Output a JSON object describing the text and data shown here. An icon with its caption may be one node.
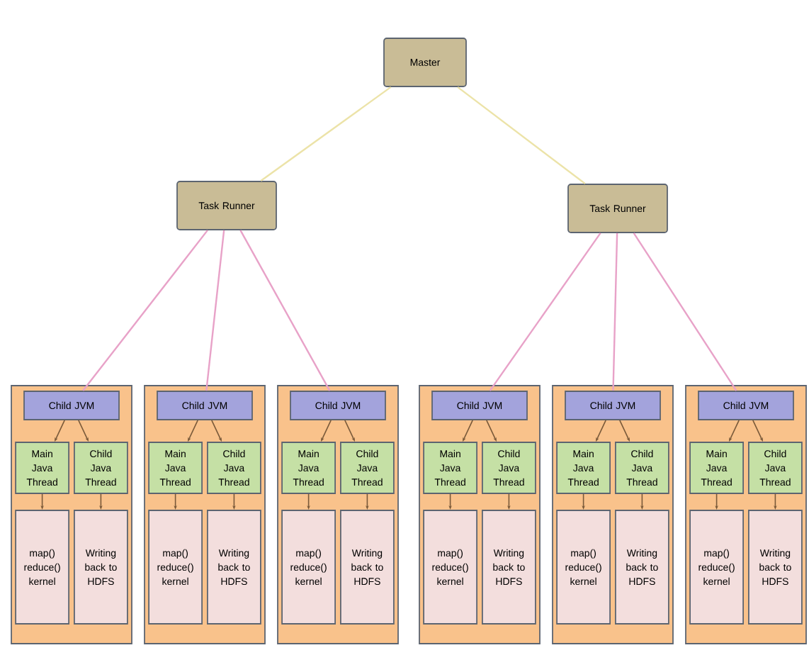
{
  "diagram": {
    "nodes": [
      {
        "text": [
          "Master"
        ]
      },
      {
        "text": [
          "Task Runner"
        ]
      },
      {
        "text": [
          "Task Runner"
        ]
      },
      {
        "text": [],
        "shape": "box"
      },
      {
        "text": [
          "Child JVM"
        ],
        "in": 3
      },
      {
        "text": [
          "Main Java Thread"
        ],
        "in": 3
      },
      {
        "text": [
          "Child Java Thread"
        ],
        "in": 3
      },
      {
        "text": [
          "map() reduce() kernel"
        ],
        "in": 3
      },
      {
        "text": [
          "Writing back to HDFS"
        ],
        "in": 3
      },
      {
        "text": [],
        "shape": "box"
      },
      {
        "text": [
          "Child JVM"
        ],
        "in": 9
      },
      {
        "text": [
          "Main Java Thread"
        ],
        "in": 9
      },
      {
        "text": [
          "Child Java Thread"
        ],
        "in": 9
      },
      {
        "text": [
          "map() reduce() kernel"
        ],
        "in": 9
      },
      {
        "text": [
          "Writing back to HDFS"
        ],
        "in": 9
      },
      {
        "text": [],
        "shape": "box"
      },
      {
        "text": [
          "Child JVM"
        ],
        "in": 15
      },
      {
        "text": [
          "Main Java Thread"
        ],
        "in": 15
      },
      {
        "text": [
          "Child Java Thread"
        ],
        "in": 15
      },
      {
        "text": [
          "map() reduce() kernel"
        ],
        "in": 15
      },
      {
        "text": [
          "Writing back to HDFS"
        ],
        "in": 15
      },
      {
        "text": [],
        "shape": "box"
      },
      {
        "text": [
          "Child JVM"
        ],
        "in": 21
      },
      {
        "text": [
          "Main Java Thread"
        ],
        "in": 21
      },
      {
        "text": [
          "Child Java Thread"
        ],
        "in": 21
      },
      {
        "text": [
          "map() reduce() kernel"
        ],
        "in": 21
      },
      {
        "text": [
          "Writing back to HDFS"
        ],
        "in": 21
      },
      {
        "text": [],
        "shape": "box"
      },
      {
        "text": [
          "Child JVM"
        ],
        "in": 27
      },
      {
        "text": [
          "Main Java Thread"
        ],
        "in": 27
      },
      {
        "text": [
          "Child Java Thread"
        ],
        "in": 27
      },
      {
        "text": [
          "map() reduce() kernel"
        ],
        "in": 27
      },
      {
        "text": [
          "Writing back to HDFS"
        ],
        "in": 27
      },
      {
        "text": [],
        "shape": "box"
      },
      {
        "text": [
          "Child JVM"
        ],
        "in": 33
      },
      {
        "text": [
          "Main Java Thread"
        ],
        "in": 33
      },
      {
        "text": [
          "Child Java Thread"
        ],
        "in": 33
      },
      {
        "text": [
          "map() reduce() kernel"
        ],
        "in": 33
      },
      {
        "text": [
          "Writing back to HDFS"
        ],
        "in": 33
      }
    ],
    "edges": [
      {
        "from": 0,
        "to": 1,
        "arrow": "none",
        "color": "#ece3a8"
      },
      {
        "from": 0,
        "to": 2,
        "arrow": "none",
        "color": "#ece3a8"
      },
      {
        "from": 1,
        "to": 4,
        "arrow": "none",
        "color": "#e8a2c8"
      },
      {
        "from": 1,
        "to": 10,
        "arrow": "none",
        "color": "#e8a2c8"
      },
      {
        "from": 1,
        "to": 16,
        "arrow": "none",
        "color": "#e8a2c8"
      },
      {
        "from": 2,
        "to": 22,
        "arrow": "none",
        "color": "#e8a2c8"
      },
      {
        "from": 2,
        "to": 28,
        "arrow": "none",
        "color": "#e8a2c8"
      },
      {
        "from": 2,
        "to": 34,
        "arrow": "none",
        "color": "#e8a2c8"
      },
      {
        "from": 4,
        "to": 5,
        "arrow": "to"
      },
      {
        "from": 4,
        "to": 6,
        "arrow": "to"
      },
      {
        "from": 5,
        "to": 7,
        "arrow": "to"
      },
      {
        "from": 6,
        "to": 8,
        "arrow": "to"
      },
      {
        "from": 10,
        "to": 11,
        "arrow": "to"
      },
      {
        "from": 10,
        "to": 12,
        "arrow": "to"
      },
      {
        "from": 11,
        "to": 13,
        "arrow": "to"
      },
      {
        "from": 12,
        "to": 14,
        "arrow": "to"
      },
      {
        "from": 16,
        "to": 17,
        "arrow": "to"
      },
      {
        "from": 16,
        "to": 18,
        "arrow": "to"
      },
      {
        "from": 17,
        "to": 19,
        "arrow": "to"
      },
      {
        "from": 18,
        "to": 20,
        "arrow": "to"
      },
      {
        "from": 22,
        "to": 23,
        "arrow": "to"
      },
      {
        "from": 22,
        "to": 24,
        "arrow": "to"
      },
      {
        "from": 23,
        "to": 25,
        "arrow": "to"
      },
      {
        "from": 24,
        "to": 26,
        "arrow": "to"
      },
      {
        "from": 28,
        "to": 29,
        "arrow": "to"
      },
      {
        "from": 28,
        "to": 30,
        "arrow": "to"
      },
      {
        "from": 29,
        "to": 31,
        "arrow": "to"
      },
      {
        "from": 30,
        "to": 32,
        "arrow": "to"
      },
      {
        "from": 34,
        "to": 35,
        "arrow": "to"
      },
      {
        "from": 34,
        "to": 36,
        "arrow": "to"
      },
      {
        "from": 35,
        "to": 37,
        "arrow": "to"
      },
      {
        "from": 36,
        "to": 38,
        "arrow": "to"
      }
    ]
  }
}
